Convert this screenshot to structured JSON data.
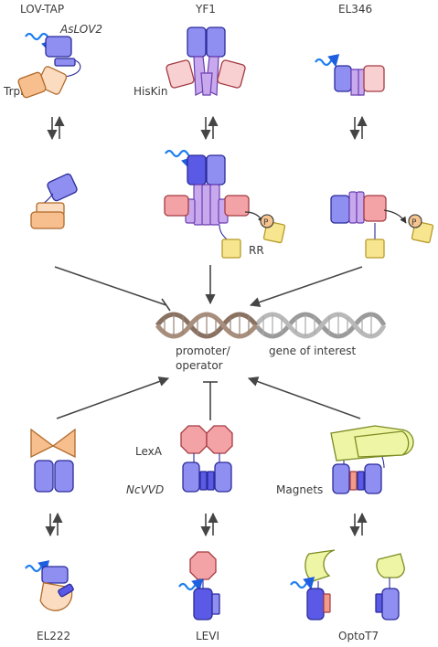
{
  "modules": {
    "lov_tap": {
      "title": "LOV-TAP",
      "domain_label": "AsLOV2",
      "partner_label": "TrpR"
    },
    "yf1": {
      "title": "YF1",
      "domain_label": "HisKin",
      "partner_label": "RR",
      "phospho": "P"
    },
    "el346": {
      "title": "EL346",
      "phospho": "P"
    },
    "el222": {
      "title": "EL222"
    },
    "levi": {
      "title": "LEVI",
      "partner_label": "LexA",
      "domain_label": "NcVVD"
    },
    "optot7": {
      "title": "OptoT7",
      "partner_label": "Magnets"
    }
  },
  "center": {
    "promoter_label_1": "promoter/",
    "promoter_label_2": "operator",
    "gene_label": "gene of interest"
  },
  "colors": {
    "lov_blue": "#8f8ff2",
    "light_wave": "#1e7ef0",
    "dna_left": "#8a7262",
    "dna_right": "#9a9a9a"
  }
}
